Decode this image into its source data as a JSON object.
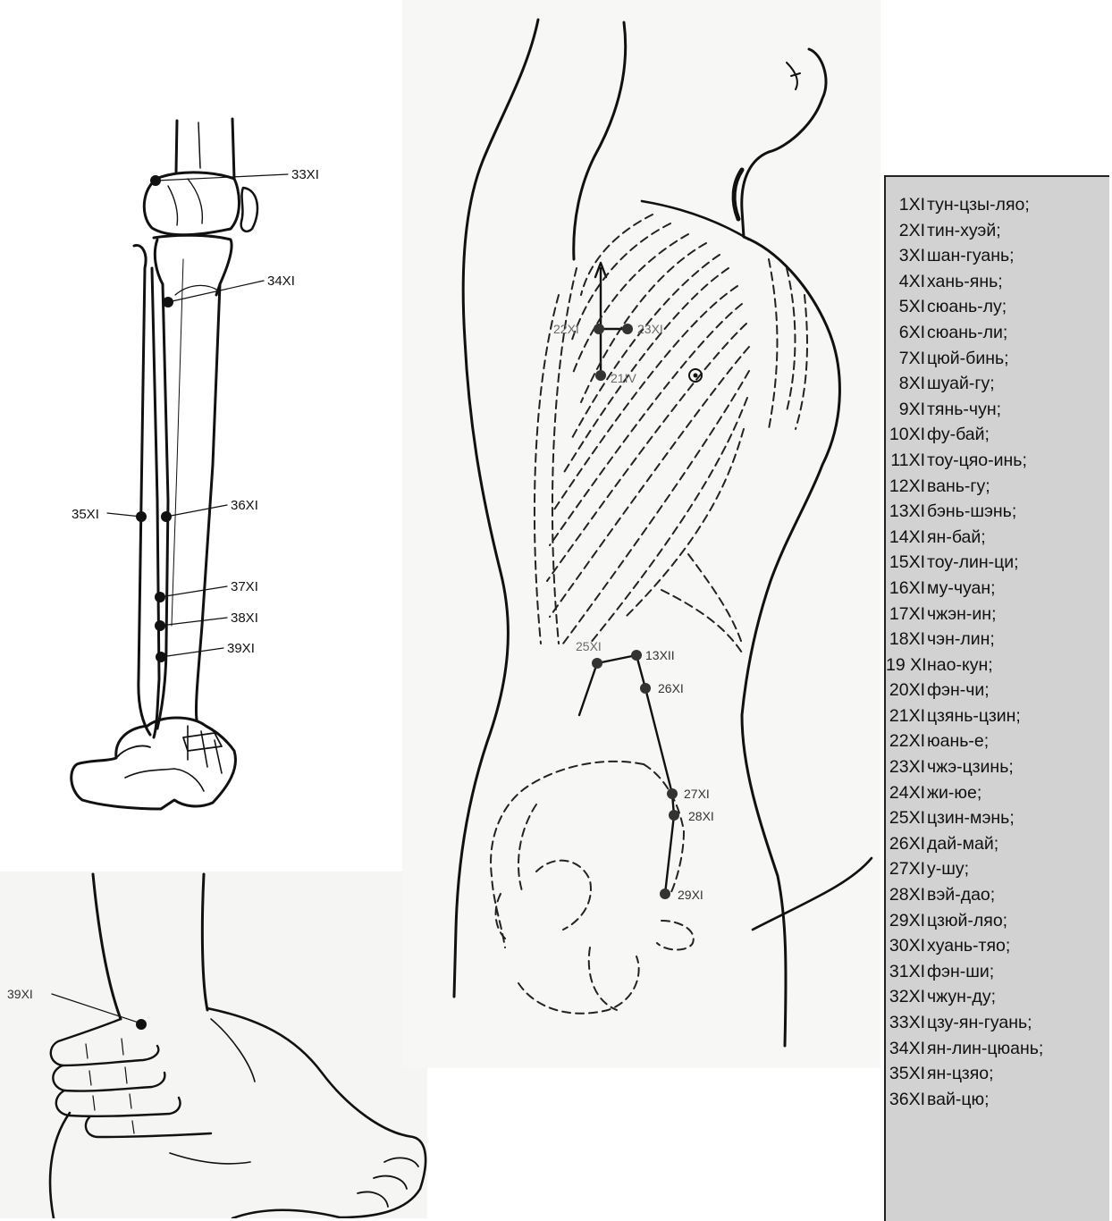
{
  "leg_figure": {
    "labels": {
      "p33": "33XI",
      "p34": "34XI",
      "p35": "35XI",
      "p36": "36XI",
      "p37": "37XI",
      "p38": "38XI",
      "p39": "39XI"
    }
  },
  "foot_figure": {
    "labels": {
      "p39": "39XI"
    }
  },
  "torso_figure": {
    "labels": {
      "p22": "22XI",
      "p23": "23XI",
      "p21": "21IV",
      "p25": "25XI",
      "p13": "13XII",
      "p26": "26XI",
      "p27": "27XI",
      "p28": "28XI",
      "p29": "29XI"
    }
  },
  "legend": {
    "items": [
      {
        "code": "1XI",
        "name": "тун-цзы-ляо;"
      },
      {
        "code": "2XI",
        "name": "тин-хуэй;"
      },
      {
        "code": "3XI",
        "name": "шан-гуань;"
      },
      {
        "code": "4XI",
        "name": "хань-янь;"
      },
      {
        "code": "5XI",
        "name": "сюань-лу;"
      },
      {
        "code": "6XI",
        "name": "сюань-ли;"
      },
      {
        "code": "7XI",
        "name": "цюй-бинь;"
      },
      {
        "code": "8XI",
        "name": "шуай-гу;"
      },
      {
        "code": "9XI",
        "name": "тянь-чун;"
      },
      {
        "code": "10XI",
        "name": "фу-бай;"
      },
      {
        "code": "11XI",
        "name": "тоу-цяо-инь;"
      },
      {
        "code": "12XI",
        "name": "вань-гу;"
      },
      {
        "code": "13XI",
        "name": "бэнь-шэнь;"
      },
      {
        "code": "14XI",
        "name": "ян-бай;"
      },
      {
        "code": "15XI",
        "name": "тоу-лин-ци;"
      },
      {
        "code": "16XI",
        "name": "му-чуан;"
      },
      {
        "code": "17XI",
        "name": "чжэн-ин;"
      },
      {
        "code": "18XI",
        "name": "чэн-лин;"
      },
      {
        "code": "19 XI",
        "name": "нао-кун;"
      },
      {
        "code": "20XI",
        "name": "фэн-чи;"
      },
      {
        "code": "21XI",
        "name": "цзянь-цзин;"
      },
      {
        "code": "22XI",
        "name": "юань-е;"
      },
      {
        "code": "23XI",
        "name": "чжэ-цзинь;"
      },
      {
        "code": "24XI",
        "name": "жи-юе;"
      },
      {
        "code": "25XI",
        "name": "цзин-мэнь;"
      },
      {
        "code": "26XI",
        "name": "дай-май;"
      },
      {
        "code": "27XI",
        "name": "у-шу;"
      },
      {
        "code": "28XI",
        "name": "вэй-дао;"
      },
      {
        "code": "29XI",
        "name": "цзюй-ляо;"
      },
      {
        "code": "30XI",
        "name": "хуань-тяо;"
      },
      {
        "code": "31XI",
        "name": "фэн-ши;"
      },
      {
        "code": "32XI",
        "name": "чжун-ду;"
      },
      {
        "code": "33XI",
        "name": "цзу-ян-гуань;"
      },
      {
        "code": "34XI",
        "name": "ян-лин-цюань;"
      },
      {
        "code": "35XI",
        "name": "ян-цзяо;"
      },
      {
        "code": "36XI",
        "name": "вай-цю;"
      }
    ]
  }
}
